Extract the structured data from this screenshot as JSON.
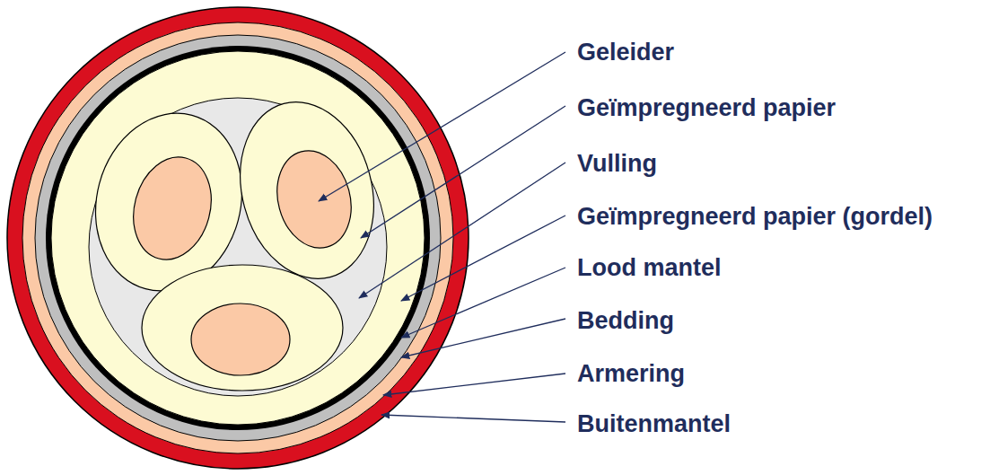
{
  "diagram": {
    "labels": [
      "Geleider",
      "Geïmpregneerd papier",
      "Vulling",
      "Geïmpregneerd papier (gordel)",
      "Lood mantel",
      "Bedding",
      "Armering",
      "Buitenmantel"
    ]
  }
}
